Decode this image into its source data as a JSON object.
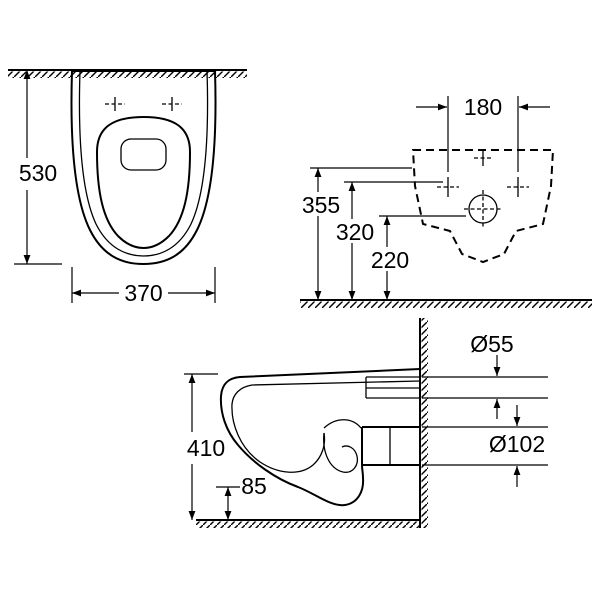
{
  "page": {
    "background": "#ffffff",
    "line_color": "#000000"
  },
  "drawing": {
    "name": "Wall-hung WC technical dimension drawing",
    "top_view": {
      "depth": "530",
      "width": "370"
    },
    "rear_view": {
      "fixing_hole_spacing": "180",
      "height_top": "355",
      "height_mid": "320",
      "height_outlet": "220"
    },
    "side_view": {
      "rim_height": "410",
      "clearance": "85",
      "inlet_diameter": "Ø55",
      "outlet_diameter": "Ø102"
    }
  }
}
